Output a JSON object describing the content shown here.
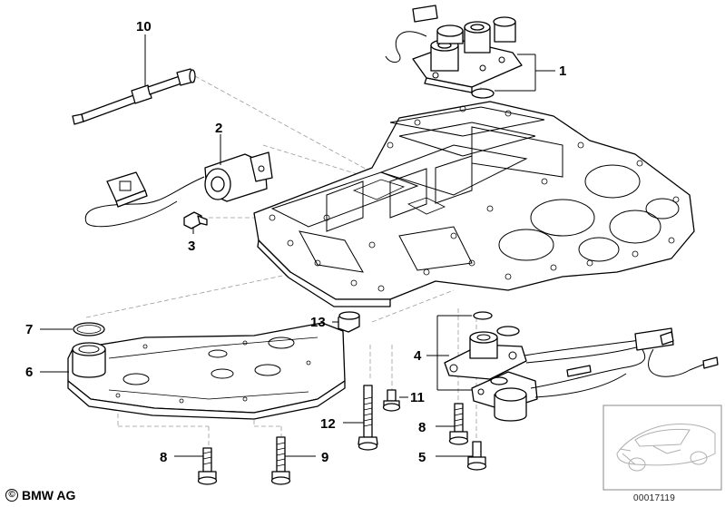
{
  "callouts": {
    "c1": "1",
    "c2": "2",
    "c3": "3",
    "c4": "4",
    "c5": "5",
    "c6": "6",
    "c7": "7",
    "c8a": "8",
    "c8b": "8",
    "c9": "9",
    "c10": "10",
    "c11": "11",
    "c12": "12",
    "c13": "13"
  },
  "footer": {
    "copyright_symbol": "©",
    "brand": "BMW AG",
    "document_number": "00017119"
  },
  "icons": {
    "copyright": "copyright-icon",
    "vehicle": "car-silhouette-icon"
  }
}
